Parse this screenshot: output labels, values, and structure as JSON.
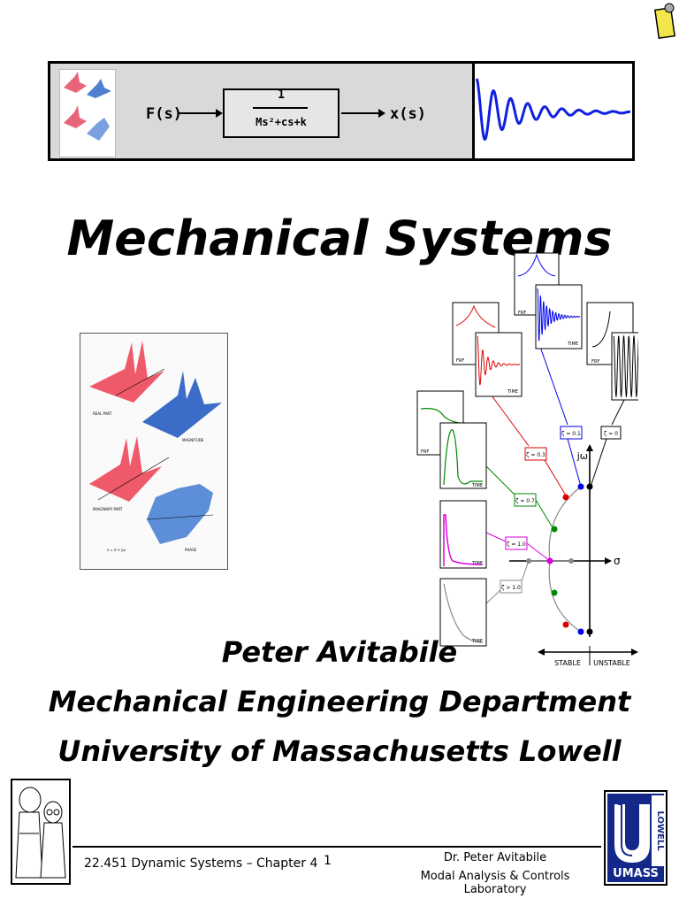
{
  "banner": {
    "input_label": "F(s)",
    "output_label": "x(s)",
    "numerator": "1",
    "denominator": "Ms²+cs+k"
  },
  "title": "Mechanical Systems",
  "laplace_panel": {
    "labels": [
      "REAL PART",
      "MAGNITUDE",
      "IMAGINARY PART",
      "PHASE",
      "s = σ + jω"
    ]
  },
  "root_locus": {
    "axis_imag": "jω",
    "axis_real": "σ",
    "stable_label": "STABLE",
    "unstable_label": "UNSTABLE",
    "damping_tags": [
      "ζ = 0.1",
      "ζ = 0",
      "ζ = 0.3",
      "ζ = 0.7",
      "ζ = 1.0",
      "ζ > 1.0"
    ],
    "frf_label": "FRF",
    "time_label": "TIME",
    "colors": {
      "z01": "#0000ee",
      "z0": "#000000",
      "z03": "#dd0000",
      "z07": "#008800",
      "z10": "#dd00dd",
      "zgt1": "#888888"
    }
  },
  "author": {
    "name": "Peter Avitabile",
    "department": "Mechanical Engineering Department",
    "university": "University of Massachusetts Lowell"
  },
  "footer": {
    "course": "22.451 Dynamic Systems – Chapter 4",
    "page": "1",
    "lab_line1": "Dr. Peter Avitabile",
    "lab_line2": "Modal Analysis & Controls Laboratory"
  },
  "logo": {
    "text": "UMASS",
    "side_text": "LOWELL"
  }
}
